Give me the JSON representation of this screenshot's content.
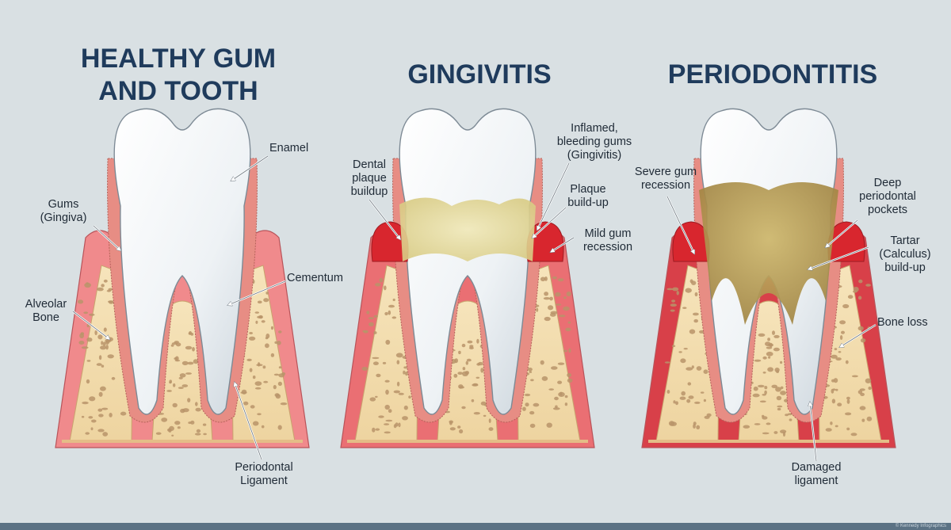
{
  "panels": [
    {
      "title": "HEALTHY GUM\nAND TOOTH",
      "labels": {
        "enamel": "Enamel",
        "gums": "Gums\n(Gingiva)",
        "cementum": "Cementum",
        "alveolar": "Alveolar\nBone",
        "ligament": "Periodontal\nLigament"
      }
    },
    {
      "title": "GINGIVITIS",
      "labels": {
        "inflamed": "Inflamed,\nbleeding gums\n(Gingivitis)",
        "dental_plaque": "Dental\nplaque\nbuildup",
        "plaque": "Plaque\nbuild-up",
        "recession": "Mild gum\nrecession"
      }
    },
    {
      "title": "PERIODONTITIS",
      "labels": {
        "severe": "Severe gum\nrecession",
        "pockets": "Deep\nperiodontal\npockets",
        "tartar": "Tartar\n(Calculus)\nbuild-up",
        "boneloss": "Bone loss",
        "damaged": "Damaged\nligament"
      }
    }
  ],
  "footer": {
    "credit": "© Kennedy Infographics"
  },
  "colors": {
    "background": "#d9e0e3",
    "title": "#1f3b5c",
    "healthy_gum": "#f08a8c",
    "inflamed_gum": "#d8262e",
    "bone": "#f3dfb2",
    "bone_pore": "#b9946a",
    "enamel": "#f4f7f9",
    "plaque": "#e8dfa0",
    "tartar": "#b49650"
  },
  "icons": [
    "arrow-pointer-icon"
  ]
}
